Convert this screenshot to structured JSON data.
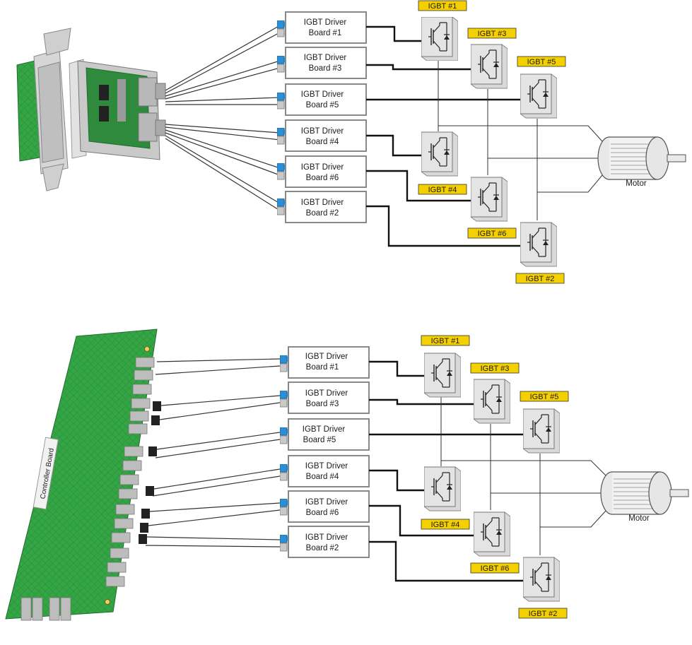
{
  "diagrams": [
    {
      "driver_boards": [
        {
          "line1": "IGBT Driver",
          "line2": "Board #1"
        },
        {
          "line1": "IGBT Driver",
          "line2": "Board #3"
        },
        {
          "line1": "IGBT Driver",
          "line2": "Board #5"
        },
        {
          "line1": "IGBT Driver",
          "line2": "Board #4"
        },
        {
          "line1": "IGBT Driver",
          "line2": "Board #6"
        },
        {
          "line1": "IGBT Driver",
          "line2": "Board #2"
        }
      ],
      "igbts": [
        "IGBT #1",
        "IGBT #3",
        "IGBT #5",
        "IGBT #4",
        "IGBT #6",
        "IGBT #2"
      ],
      "motor_label": "Motor"
    },
    {
      "driver_boards": [
        {
          "line1": "IGBT Driver",
          "line2": "Board #1"
        },
        {
          "line1": "IGBT Driver",
          "line2": "Board #3"
        },
        {
          "line1": "IGBT Driver",
          "line2": "Board #5"
        },
        {
          "line1": "IGBT Driver",
          "line2": "Board #4"
        },
        {
          "line1": "IGBT Driver",
          "line2": "Board #6"
        },
        {
          "line1": "IGBT Driver",
          "line2": "Board #2"
        }
      ],
      "igbts": [
        "IGBT #1",
        "IGBT #3",
        "IGBT #5",
        "IGBT #4",
        "IGBT #6",
        "IGBT #2"
      ],
      "motor_label": "Motor",
      "controller_label": "Controller Board"
    }
  ],
  "colors": {
    "tag_fill": "#f5d000",
    "pcb_green": "#2f9e3f",
    "connector_blue": "#2a8fd6",
    "module_fill": "#e0e0e0"
  }
}
